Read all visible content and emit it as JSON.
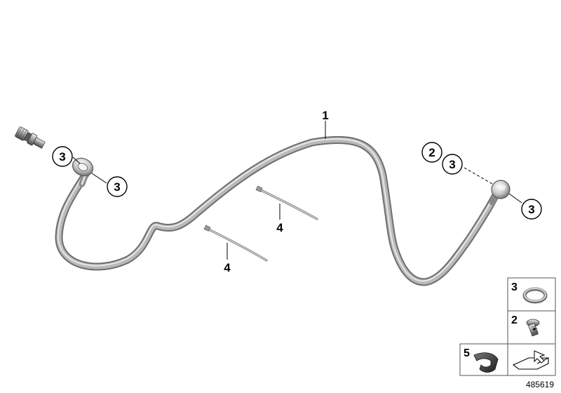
{
  "parts": {
    "hose_label": "1",
    "callout_2": "2",
    "callout_3": "3",
    "cable_tie_label": "4"
  },
  "legend": {
    "ring_label": "3",
    "bolt_label": "2",
    "clip_label": "5"
  },
  "diagram_id": "485619",
  "colors": {
    "hose_outer": "#6e6e6e",
    "hose_inner": "#b9b9b9",
    "hose_highlight": "#e6e6e6",
    "line": "#000000"
  }
}
